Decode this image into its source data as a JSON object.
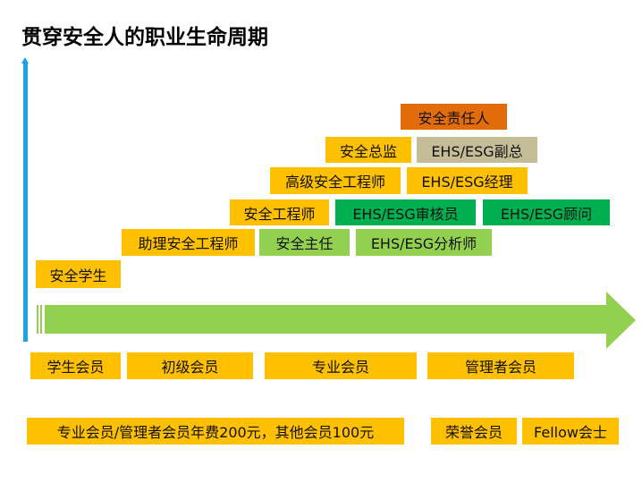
{
  "title": "贯穿安全人的职业生命周期",
  "colors": {
    "timeline_axis": "#1aa3e8",
    "yellow": "#ffc000",
    "light_green": "#92d050",
    "dark_green": "#00b050",
    "orange": "#e36c0a",
    "tan": "#c4bd97"
  },
  "roles": {
    "safety_owner": "安全责任人",
    "safety_director": "安全总监",
    "ehs_deputy_gm": "EHS/ESG副总",
    "senior_safety_engineer": "高级安全工程师",
    "ehs_manager": "EHS/ESG经理",
    "safety_engineer": "安全工程师",
    "ehs_auditor": "EHS/ESG审核员",
    "ehs_consultant": "EHS/ESG顾问",
    "assistant_safety_engineer": "助理安全工程师",
    "safety_supervisor": "安全主任",
    "ehs_analyst": "EHS/ESG分析师",
    "safety_student": "安全学生"
  },
  "membership": {
    "student": "学生会员",
    "junior": "初级会员",
    "professional": "专业会员",
    "manager": "管理者会员"
  },
  "footer": {
    "fee_note": "专业会员/管理者会员年费200元，其他会员100元",
    "honorary": "荣誉会员",
    "fellow": "Fellow会士"
  }
}
